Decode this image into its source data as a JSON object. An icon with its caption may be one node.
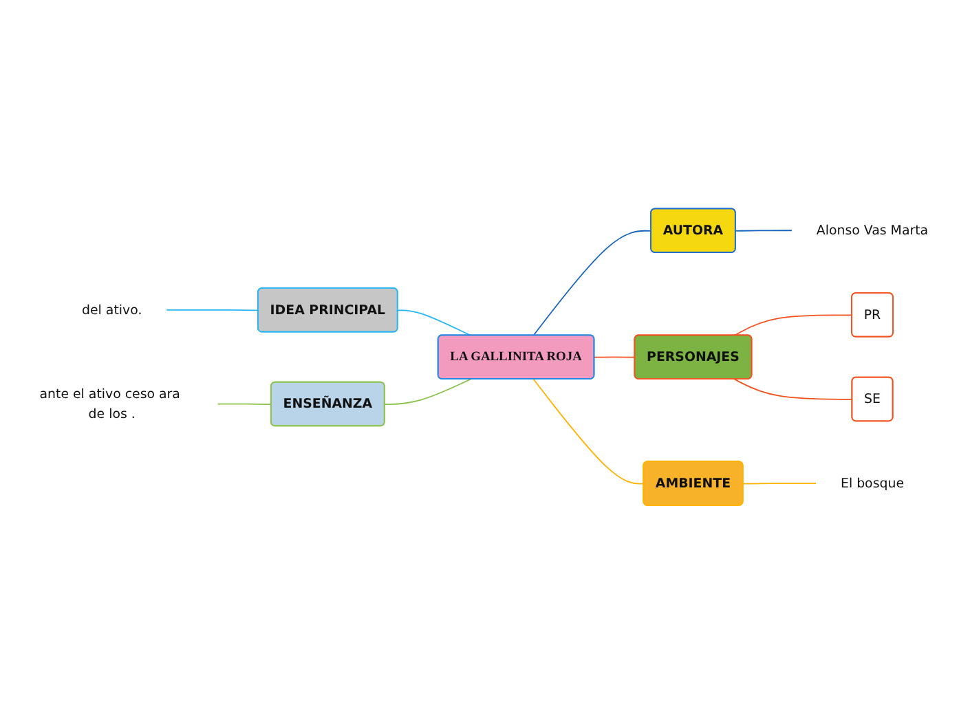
{
  "diagram": {
    "nodes": [
      {
        "text": [
          "LA GALLINITA ROJA"
        ]
      },
      {
        "text": [
          "AUTORA"
        ]
      },
      {
        "text": [
          "Alonso Vas Marta"
        ]
      },
      {
        "text": [
          "PERSONAJES"
        ]
      },
      {
        "text": [
          "PR"
        ]
      },
      {
        "text": [
          "SE"
        ]
      },
      {
        "text": [
          "AMBIENTE"
        ]
      },
      {
        "text": [
          "El bosque"
        ]
      },
      {
        "text": [
          "IDEA PRINCIPAL"
        ]
      },
      {
        "text": [
          "del ativo."
        ]
      },
      {
        "text": [
          "ENSEÑANZA"
        ]
      },
      {
        "text": [
          "ante el ativo ceso ara de los ."
        ]
      }
    ],
    "edges": [
      {
        "from": 0,
        "to": 1,
        "arrow": "none",
        "color": "#1565c0"
      },
      {
        "from": 1,
        "to": 2,
        "arrow": "none",
        "color": "#1565c0"
      },
      {
        "from": 0,
        "to": 3,
        "arrow": "none",
        "color": "#f4511e"
      },
      {
        "from": 3,
        "to": 4,
        "arrow": "none",
        "color": "#f4511e"
      },
      {
        "from": 3,
        "to": 5,
        "arrow": "none",
        "color": "#f4511e"
      },
      {
        "from": 0,
        "to": 6,
        "arrow": "none",
        "color": "#ffb300"
      },
      {
        "from": 6,
        "to": 7,
        "arrow": "none",
        "color": "#ffb300"
      },
      {
        "from": 0,
        "to": 8,
        "arrow": "none",
        "color": "#29b6f6"
      },
      {
        "from": 8,
        "to": 9,
        "arrow": "none",
        "color": "#29b6f6"
      },
      {
        "from": 0,
        "to": 10,
        "arrow": "none",
        "color": "#8bc34a"
      },
      {
        "from": 10,
        "to": 11,
        "arrow": "none",
        "color": "#8bc34a"
      }
    ]
  }
}
